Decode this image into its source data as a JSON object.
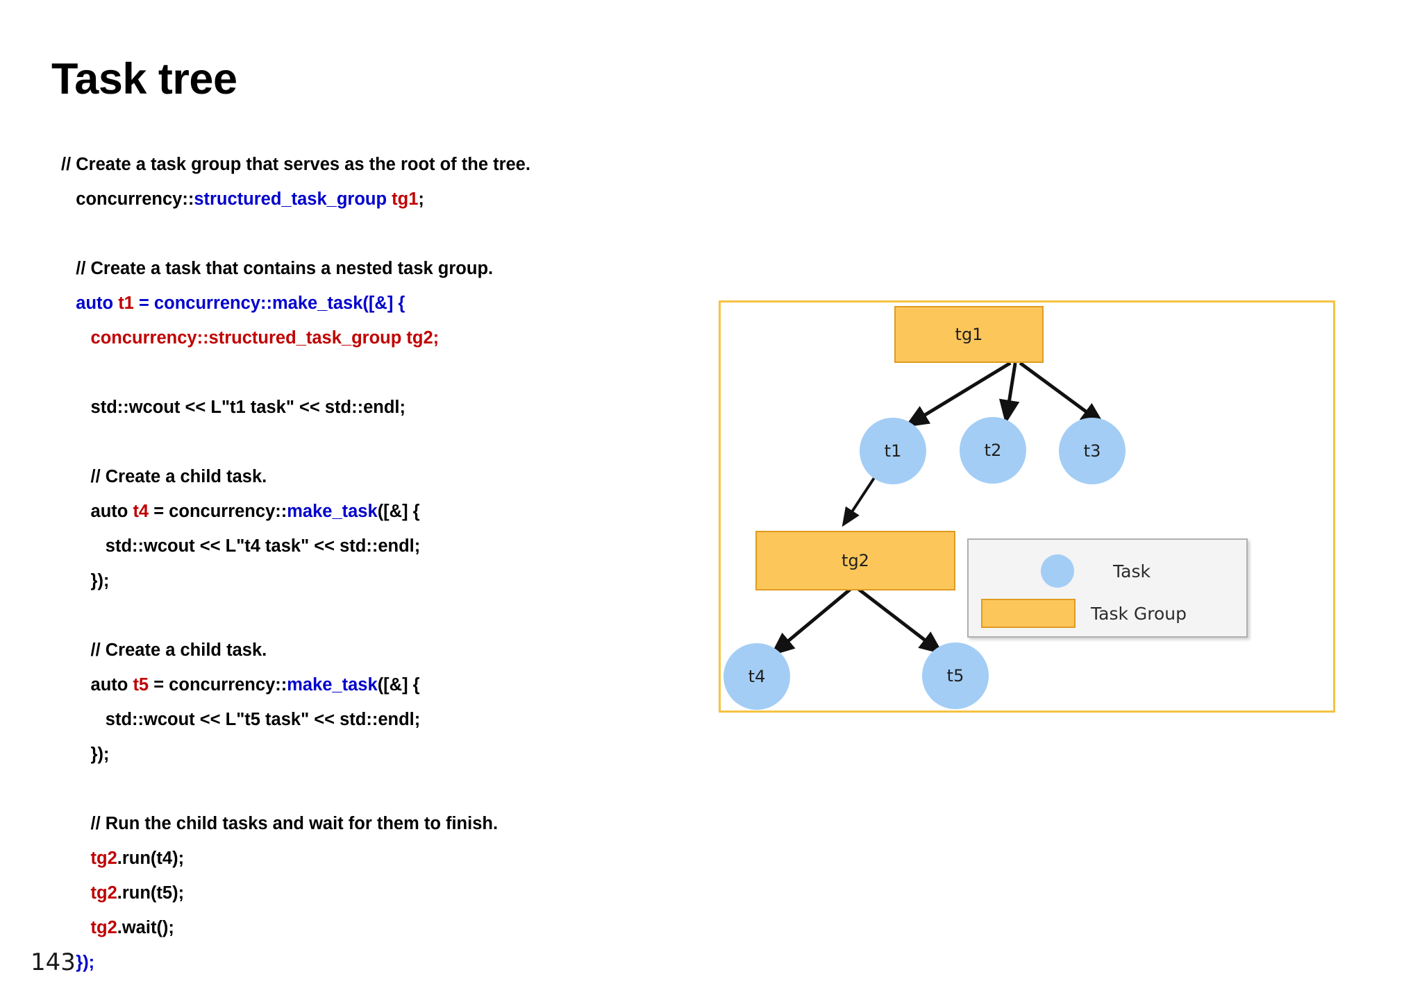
{
  "slide": {
    "title": "Task tree",
    "page_number": "143"
  },
  "colors": {
    "comment_black": "#000000",
    "keyword_blue": "#0000CC",
    "identifier_red": "#C00000",
    "task_fill": "#A3CDF5",
    "task_group_fill": "#FCC65A",
    "task_group_border": "#E09B20",
    "diagram_border": "#F5C242",
    "legend_bg": "#F4F4F4",
    "legend_border": "#AFAFAF"
  },
  "code": {
    "lines": [
      {
        "indent": 0,
        "tokens": [
          {
            "t": "// Create a task group that serves as the root of the tree.",
            "c": "black"
          }
        ]
      },
      {
        "indent": 1,
        "tokens": [
          {
            "t": "concurrency::",
            "c": "black"
          },
          {
            "t": "structured_task_group ",
            "c": "blue"
          },
          {
            "t": "tg1",
            "c": "red"
          },
          {
            "t": ";",
            "c": "black"
          }
        ]
      },
      {
        "indent": 0,
        "tokens": []
      },
      {
        "indent": 1,
        "tokens": [
          {
            "t": "// Create a task that contains a nested task group.",
            "c": "black"
          }
        ]
      },
      {
        "indent": 1,
        "tokens": [
          {
            "t": "auto ",
            "c": "blue"
          },
          {
            "t": "t1",
            "c": "red"
          },
          {
            "t": " = concurrency::make_task([&] {",
            "c": "blue"
          }
        ]
      },
      {
        "indent": 2,
        "tokens": [
          {
            "t": "concurrency::structured_task_group tg2;",
            "c": "red"
          }
        ]
      },
      {
        "indent": 0,
        "tokens": []
      },
      {
        "indent": 2,
        "tokens": [
          {
            "t": "std::wcout << L\"t1 task\" << std::endl;",
            "c": "black"
          }
        ]
      },
      {
        "indent": 0,
        "tokens": []
      },
      {
        "indent": 2,
        "tokens": [
          {
            "t": "// Create a child task.",
            "c": "black"
          }
        ]
      },
      {
        "indent": 2,
        "tokens": [
          {
            "t": "auto ",
            "c": "black"
          },
          {
            "t": "t4",
            "c": "red"
          },
          {
            "t": " = concurrency::",
            "c": "black"
          },
          {
            "t": "make_task",
            "c": "blue"
          },
          {
            "t": "([&] {",
            "c": "black"
          }
        ]
      },
      {
        "indent": 3,
        "tokens": [
          {
            "t": "std::wcout << L\"t4 task\" << std::endl;",
            "c": "black"
          }
        ]
      },
      {
        "indent": 2,
        "tokens": [
          {
            "t": "});",
            "c": "black"
          }
        ]
      },
      {
        "indent": 0,
        "tokens": []
      },
      {
        "indent": 2,
        "tokens": [
          {
            "t": "// Create a child task.",
            "c": "black"
          }
        ]
      },
      {
        "indent": 2,
        "tokens": [
          {
            "t": "auto ",
            "c": "black"
          },
          {
            "t": "t5",
            "c": "red"
          },
          {
            "t": " = concurrency::",
            "c": "black"
          },
          {
            "t": "make_task",
            "c": "blue"
          },
          {
            "t": "([&] {",
            "c": "black"
          }
        ]
      },
      {
        "indent": 3,
        "tokens": [
          {
            "t": "std::wcout << L\"t5 task\" << std::endl;",
            "c": "black"
          }
        ]
      },
      {
        "indent": 2,
        "tokens": [
          {
            "t": "});",
            "c": "black"
          }
        ]
      },
      {
        "indent": 0,
        "tokens": []
      },
      {
        "indent": 2,
        "tokens": [
          {
            "t": "// Run the child tasks and wait for them to finish.",
            "c": "black"
          }
        ]
      },
      {
        "indent": 2,
        "tokens": [
          {
            "t": "tg2",
            "c": "red"
          },
          {
            "t": ".run(t4);",
            "c": "black"
          }
        ]
      },
      {
        "indent": 2,
        "tokens": [
          {
            "t": "tg2",
            "c": "red"
          },
          {
            "t": ".run(t5);",
            "c": "black"
          }
        ]
      },
      {
        "indent": 2,
        "tokens": [
          {
            "t": "tg2",
            "c": "red"
          },
          {
            "t": ".wait();",
            "c": "black"
          }
        ]
      },
      {
        "indent": 1,
        "tokens": [
          {
            "t": "});",
            "c": "blue"
          }
        ]
      }
    ]
  },
  "diagram": {
    "nodes": {
      "tg1": "tg1",
      "t1": "t1",
      "t2": "t2",
      "t3": "t3",
      "tg2": "tg2",
      "t4": "t4",
      "t5": "t5"
    },
    "edges": [
      {
        "from": "tg1",
        "to": "t1"
      },
      {
        "from": "tg1",
        "to": "t2"
      },
      {
        "from": "tg1",
        "to": "t3"
      },
      {
        "from": "t1",
        "to": "tg2"
      },
      {
        "from": "tg2",
        "to": "t4"
      },
      {
        "from": "tg2",
        "to": "t5"
      }
    ],
    "legend": {
      "task_label": "Task",
      "task_group_label": "Task Group"
    }
  }
}
